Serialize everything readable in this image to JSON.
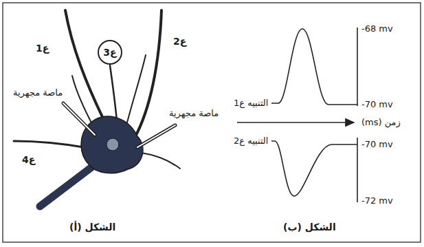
{
  "diagram": {
    "nodes": [
      {
        "text": [
          "ع3"
        ]
      }
    ],
    "labels": [
      "ع1",
      "ماصة مجهرية",
      "ع2",
      "ماصة مجهرية",
      "ع4",
      "الشكل (أ)",
      "-68 mv",
      "التنبيه ع1",
      "-70 mv",
      "زمن (ms)",
      "التنبيه ع2",
      "-70 mv",
      "-72 mv",
      "الشكل (ب)"
    ]
  }
}
